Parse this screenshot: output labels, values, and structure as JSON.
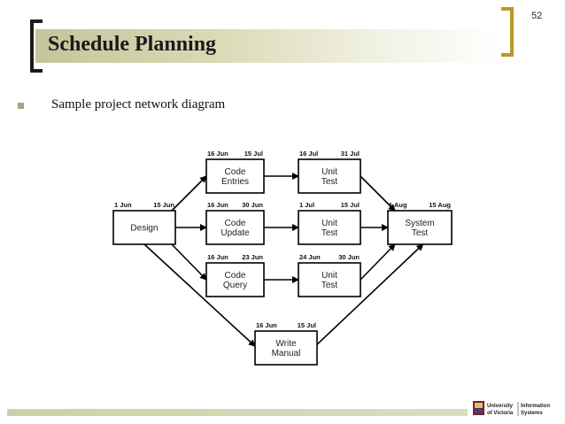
{
  "slide": {
    "page_number": "52",
    "title": "Schedule Planning",
    "bullet": "Sample project network diagram"
  },
  "diagram": {
    "nodes": [
      {
        "id": "design",
        "label": [
          "Design"
        ],
        "start": "1 Jun",
        "end": "15 Jun"
      },
      {
        "id": "code-entries",
        "label": [
          "Code",
          "Entries"
        ],
        "start": "16 Jun",
        "end": "15 Jul"
      },
      {
        "id": "code-update",
        "label": [
          "Code",
          "Update"
        ],
        "start": "16 Jun",
        "end": "30 Jun"
      },
      {
        "id": "code-query",
        "label": [
          "Code",
          "Query"
        ],
        "start": "16 Jun",
        "end": "23 Jun"
      },
      {
        "id": "unit-test-1",
        "label": [
          "Unit",
          "Test"
        ],
        "start": "16 Jul",
        "end": "31 Jul"
      },
      {
        "id": "unit-test-2",
        "label": [
          "Unit",
          "Test"
        ],
        "start": "1 Jul",
        "end": "15 Jul"
      },
      {
        "id": "unit-test-3",
        "label": [
          "Unit",
          "Test"
        ],
        "start": "24 Jun",
        "end": "30 Jun"
      },
      {
        "id": "system-test",
        "label": [
          "System",
          "Test"
        ],
        "start": "1 Aug",
        "end": "15 Aug"
      },
      {
        "id": "write-manual",
        "label": [
          "Write",
          "Manual"
        ],
        "start": "16 Jun",
        "end": "15 Jul"
      }
    ],
    "edges": [
      [
        "design",
        "code-entries"
      ],
      [
        "design",
        "code-update"
      ],
      [
        "design",
        "code-query"
      ],
      [
        "design",
        "write-manual"
      ],
      [
        "code-entries",
        "unit-test-1"
      ],
      [
        "code-update",
        "unit-test-2"
      ],
      [
        "code-query",
        "unit-test-3"
      ],
      [
        "unit-test-1",
        "system-test"
      ],
      [
        "unit-test-2",
        "system-test"
      ],
      [
        "unit-test-3",
        "system-test"
      ],
      [
        "write-manual",
        "system-test"
      ]
    ]
  },
  "footer": {
    "logo_lines": [
      "University",
      "of Victoria",
      "Information",
      "Systems"
    ]
  }
}
